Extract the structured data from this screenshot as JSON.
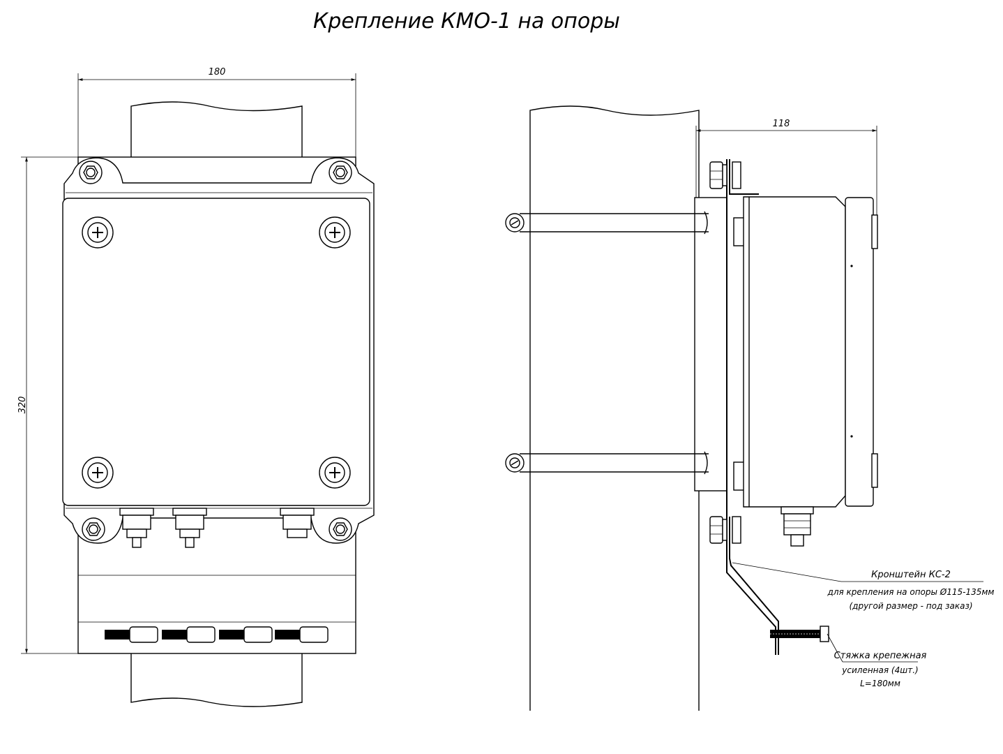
{
  "title": "Крепление КМО-1 на опоры",
  "dimensions": {
    "width": "180",
    "height": "320",
    "depth": "118"
  },
  "callouts": {
    "bracket_name": "Кронштейн КС-2",
    "bracket_desc_1": "для крепления на опоры Ø115-135мм",
    "bracket_desc_2": "(другой размер - под заказ)",
    "strap_name": "Стяжка крепежная",
    "strap_desc_1": "усиленная (4шт.)",
    "strap_desc_2": "L=180мм"
  }
}
